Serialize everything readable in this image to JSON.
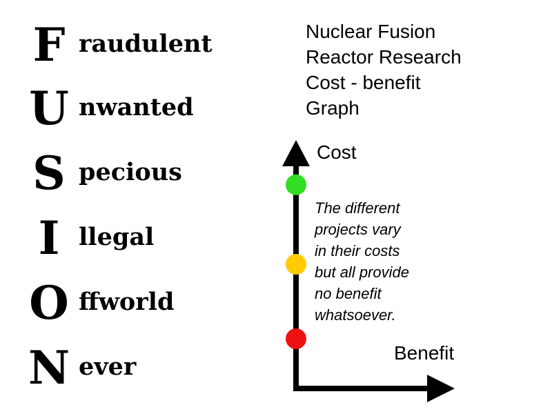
{
  "acrostic": [
    {
      "initial": "F",
      "rest": "raudulent"
    },
    {
      "initial": "U",
      "rest": "nwanted"
    },
    {
      "initial": "S",
      "rest": "pecious"
    },
    {
      "initial": "I",
      "rest": "llegal"
    },
    {
      "initial": "O",
      "rest": "ffworld"
    },
    {
      "initial": "N",
      "rest": "ever"
    }
  ],
  "chart_data": {
    "type": "scatter",
    "title_lines": [
      "Nuclear Fusion",
      "Reactor Research",
      "Cost - benefit",
      "Graph"
    ],
    "xlabel": "Benefit",
    "ylabel": "Cost",
    "grid": false,
    "points": [
      {
        "x": 0,
        "y": 0.82,
        "color": "#33dd22"
      },
      {
        "x": 0,
        "y": 0.5,
        "color": "#ffcc00"
      },
      {
        "x": 0,
        "y": 0.2,
        "color": "#ee1111"
      }
    ],
    "annotation_lines": [
      "The different",
      "projects vary",
      "in their costs",
      "but all provide",
      "no benefit",
      "whatsoever."
    ]
  }
}
